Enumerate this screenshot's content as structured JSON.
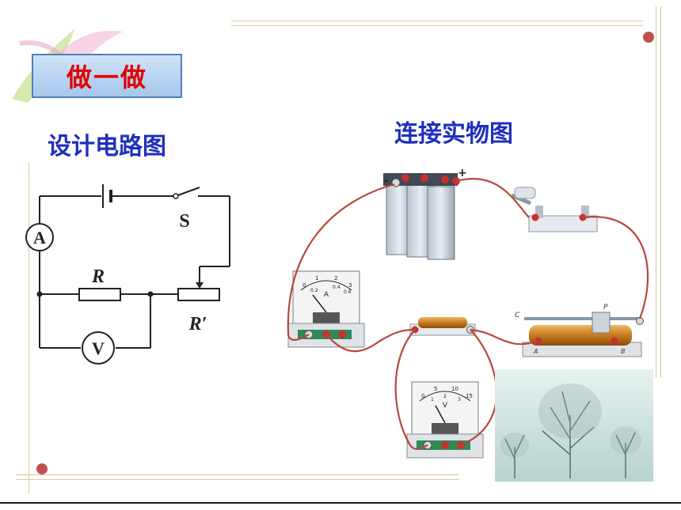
{
  "banner": {
    "label": "做一做"
  },
  "left_section": {
    "title": "设计电路图"
  },
  "right_section": {
    "title": "连接实物图"
  },
  "schematic": {
    "switch_label": "S",
    "ammeter_label": "A",
    "voltmeter_label": "V",
    "resistor_label": "R",
    "rheostat_label": "R′"
  },
  "battery": {
    "minus": "-",
    "plus": "+"
  },
  "ammeter_device": {
    "letter": "A",
    "scale": [
      "0",
      "1",
      "2",
      "3",
      "0.2",
      "0.4",
      "0.6"
    ]
  },
  "voltmeter_device": {
    "letter": "V",
    "scale": [
      "0",
      "5",
      "10",
      "15",
      "1",
      "2",
      "3"
    ]
  },
  "rheostat_device": {
    "c": "C",
    "p": "P",
    "a": "A",
    "b": "B"
  },
  "colors": {
    "heading": "#1f2fbf",
    "banner_text": "#e00000",
    "banner_bg": "#a7c7ec",
    "wire": "#b7473f",
    "frame": "#d8c9a0",
    "accent_dot": "#c0504d"
  }
}
